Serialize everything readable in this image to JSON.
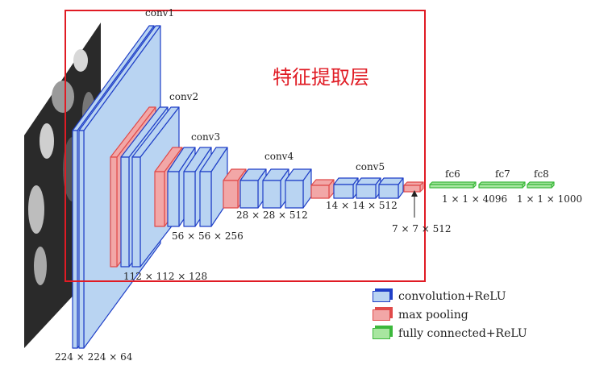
{
  "colors": {
    "conv_fill": "#b9d4f2",
    "conv_stroke": "#1f3fc7",
    "pool_fill": "#f2a7a7",
    "pool_stroke": "#e04a4a",
    "fc_fill": "#a8e6a0",
    "fc_stroke": "#3cb83c",
    "highlight": "#e01b24"
  },
  "layers": {
    "conv1": "conv1",
    "conv2": "conv2",
    "conv3": "conv3",
    "conv4": "conv4",
    "conv5": "conv5",
    "fc6": "fc6",
    "fc7": "fc7",
    "fc8": "fc8"
  },
  "dims": {
    "d224": "224 × 224 × 64",
    "d112": "112 × 112 × 128",
    "d56": "56 × 56 × 256",
    "d28": "28 × 28 × 512",
    "d14": "14 × 14 × 512",
    "d7": "7 × 7 × 512",
    "d4096": "1 × 1 × 4096",
    "d1000": "1 × 1 × 1000"
  },
  "highlight_label": "特征提取层",
  "legend": [
    {
      "label": "convolution+ReLU",
      "type": "conv"
    },
    {
      "label": "max pooling",
      "type": "pool"
    },
    {
      "label": "fully connected+ReLU",
      "type": "fc"
    }
  ]
}
